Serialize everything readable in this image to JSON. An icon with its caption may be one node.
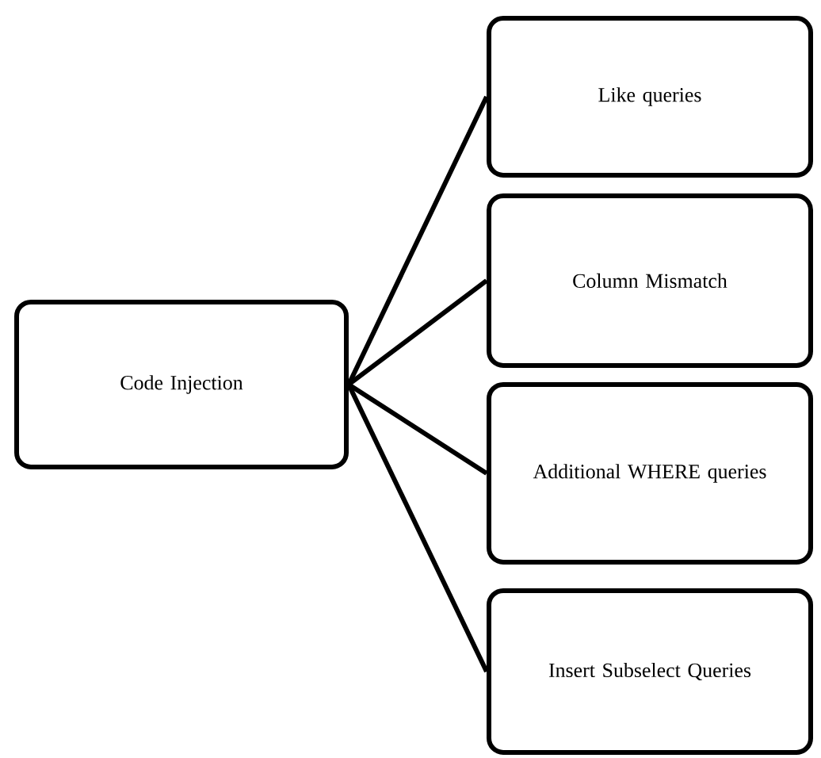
{
  "diagram": {
    "nodes": [
      {
        "text": [
          "Code Injection"
        ]
      },
      {
        "text": [
          "Like queries"
        ]
      },
      {
        "text": [
          "Column Mismatch"
        ]
      },
      {
        "text": [
          "Additional WHERE queries"
        ]
      },
      {
        "text": [
          "Insert Subselect Queries"
        ]
      }
    ],
    "edges": [
      {
        "from": 0,
        "to": 1,
        "arrow": "none"
      },
      {
        "from": 0,
        "to": 2,
        "arrow": "none"
      },
      {
        "from": 0,
        "to": 3,
        "arrow": "none"
      },
      {
        "from": 0,
        "to": 4,
        "arrow": "none"
      }
    ]
  }
}
